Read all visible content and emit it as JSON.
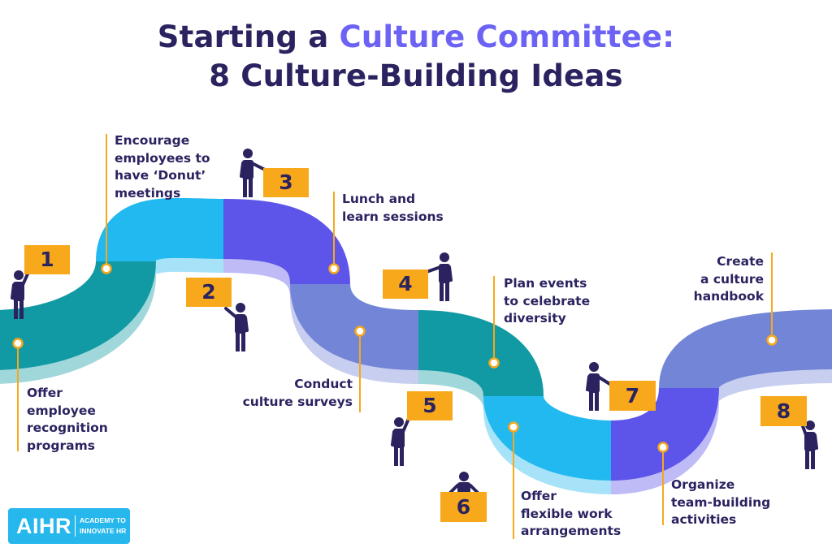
{
  "title": {
    "line1_prefix": "Starting a ",
    "line1_highlight": "Culture Committee:",
    "line2": "8 Culture-Building Ideas"
  },
  "colors": {
    "title": "#2a2360",
    "highlight": "#6c63f5",
    "number_box": "#f7a81b",
    "path_segments": [
      "#129aa4",
      "#21b9ef",
      "#5d54ea",
      "#7285d6",
      "#129aa4",
      "#21b9ef",
      "#5d54ea",
      "#7285d6"
    ]
  },
  "ideas": [
    {
      "number": "1",
      "text": "Offer\nemployee\nrecognition\nprograms"
    },
    {
      "number": "2",
      "text": "Encourage\nemployees to\nhave ‘Donut’\nmeetings"
    },
    {
      "number": "3",
      "text": "Lunch and\nlearn sessions"
    },
    {
      "number": "4",
      "text": "Conduct\nculture surveys"
    },
    {
      "number": "5",
      "text": "Plan events\nto celebrate\ndiversity"
    },
    {
      "number": "6",
      "text": "Offer\nflexible work\narrangements"
    },
    {
      "number": "7",
      "text": "Organize\nteam-building\nactivities"
    },
    {
      "number": "8",
      "text": "Create\na culture\nhandbook"
    }
  ],
  "logo": {
    "brand": "AIHR",
    "tagline": "ACADEMY TO\nINNOVATE HR"
  }
}
